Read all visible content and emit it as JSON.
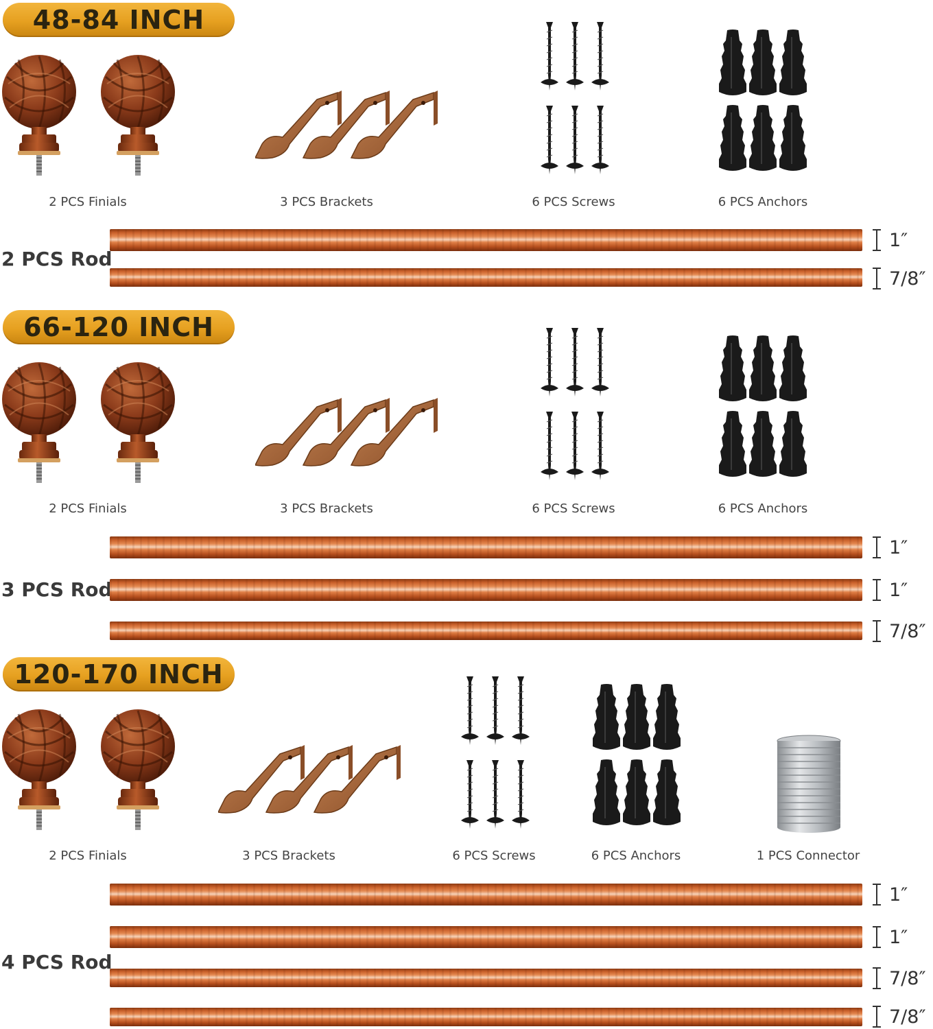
{
  "sections": [
    {
      "size_label": "48-84 INCH",
      "finials_label": "2 PCS Finials",
      "brackets_label": "3 PCS Brackets",
      "screws_label": "6 PCS Screws",
      "anchors_label": "6 PCS Anchors",
      "rod_count_label": "2 PCS Rod",
      "rods": [
        {
          "diameter": "1″"
        },
        {
          "diameter": "7/8″"
        }
      ]
    },
    {
      "size_label": "66-120 INCH",
      "finials_label": "2 PCS Finials",
      "brackets_label": "3 PCS Brackets",
      "screws_label": "6 PCS Screws",
      "anchors_label": "6 PCS Anchors",
      "rod_count_label": "3 PCS Rod",
      "rods": [
        {
          "diameter": "1″"
        },
        {
          "diameter": "1″"
        },
        {
          "diameter": "7/8″"
        }
      ]
    },
    {
      "size_label": "120-170 INCH",
      "finials_label": "2 PCS Finials",
      "brackets_label": "3 PCS Brackets",
      "screws_label": "6 PCS Screws",
      "anchors_label": "6 PCS Anchors",
      "connector_label": "1 PCS Connector",
      "rod_count_label": "4 PCS Rod",
      "rods": [
        {
          "diameter": "1″"
        },
        {
          "diameter": "1″"
        },
        {
          "diameter": "7/8″"
        },
        {
          "diameter": "7/8″"
        }
      ]
    }
  ],
  "colors": {
    "badge": "#e6a020",
    "rod": "#c9602a",
    "finial": "#8a3a1a",
    "bracket": "#a8693e",
    "hardware": "#1a1a1a",
    "connector": "#b8bcc0"
  },
  "icons": [
    "finial-icon",
    "bracket-icon",
    "screw-icon",
    "anchor-icon",
    "connector-icon",
    "diameter-icon"
  ]
}
